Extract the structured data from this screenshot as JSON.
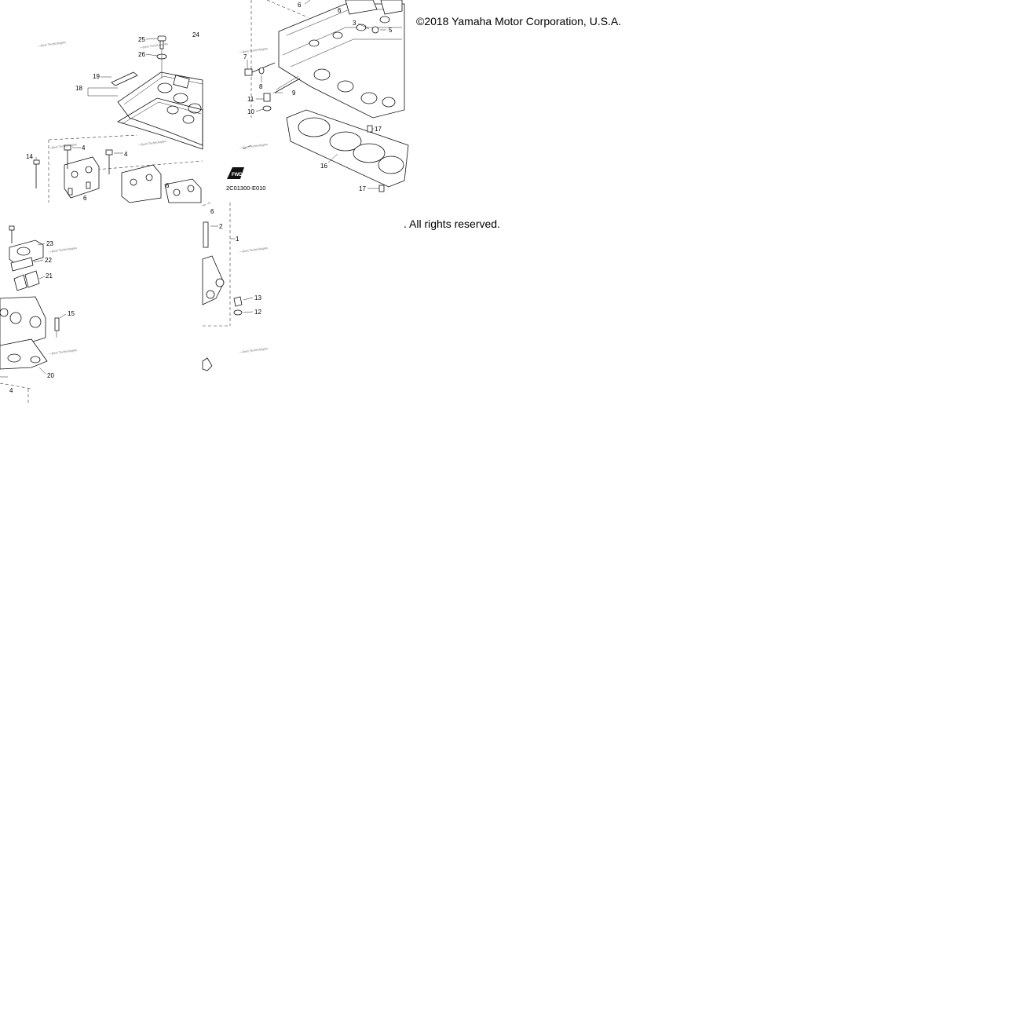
{
  "copyright": "©2018 Yamaha Motor Corporation, U.S.A.",
  "rights": ". All rights reserved.",
  "diagram_code": "2C01300-E010",
  "fwd_label": "FWD",
  "watermark": "—Best Technologies",
  "callouts": {
    "c1": "1",
    "c2": "2",
    "c3": "3",
    "c4a": "4",
    "c4b": "4",
    "c4c": "4",
    "c5": "5",
    "c6a": "6",
    "c6b": "6",
    "c6c": "6",
    "c6d": "6",
    "c6e": "6",
    "c7": "7",
    "c8": "8",
    "c9": "9",
    "c10": "10",
    "c11": "11",
    "c12": "12",
    "c13": "13",
    "c14": "14",
    "c15": "15",
    "c16": "16",
    "c17a": "17",
    "c17b": "17",
    "c18": "18",
    "c19": "19",
    "c20": "20",
    "c21": "21",
    "c22": "22",
    "c23": "23",
    "c24": "24",
    "c25": "25",
    "c26": "26"
  }
}
